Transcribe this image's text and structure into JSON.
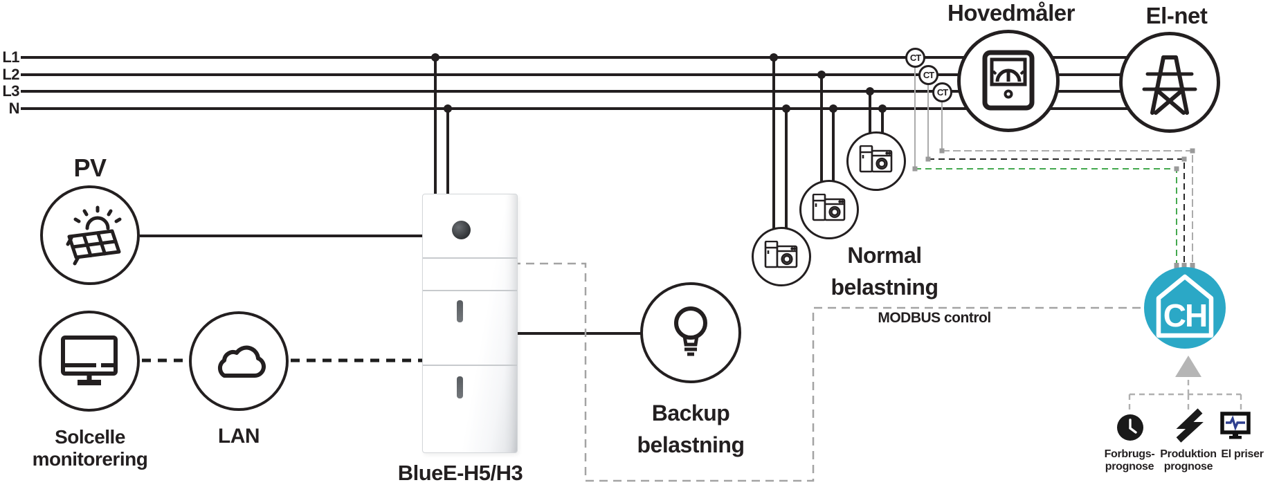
{
  "bus": {
    "labels": [
      "L1",
      "L2",
      "L3",
      "N"
    ]
  },
  "nodes": {
    "pv": {
      "label": "PV"
    },
    "monitoring": {
      "label_line1": "Solcelle",
      "label_line2": "monitorering"
    },
    "lan": {
      "label": "LAN"
    },
    "inverter": {
      "label": "BlueE-H5/H3"
    },
    "backup": {
      "label_line1": "Backup",
      "label_line2": "belastning"
    },
    "normal_load": {
      "label_line1": "Normal",
      "label_line2": "belastning"
    },
    "main_meter": {
      "label": "Hovedmåler"
    },
    "grid": {
      "label": "El-net"
    },
    "ct_sensor": {
      "label": "CT"
    },
    "controller": {
      "label": "CH"
    },
    "forecast_consumption": {
      "label_line1": "Forbrugs-",
      "label_line2": "prognose"
    },
    "forecast_production": {
      "label_line1": "Produktion",
      "label_line2": "prognose"
    },
    "prices": {
      "label": "El priser"
    }
  },
  "connections": {
    "modbus_label": "MODBUS control"
  },
  "colors": {
    "line_dark": "#231f20",
    "wire_gray": "#a9a9a9",
    "wire_green": "#44a94e",
    "wire_black": "#262626",
    "modbus_dash_gray": "#a3a3a3",
    "controller_teal": "#2BA8C6",
    "triangle_gray": "#b5b5b5",
    "price_pulse_navy": "#2e3f8f"
  }
}
